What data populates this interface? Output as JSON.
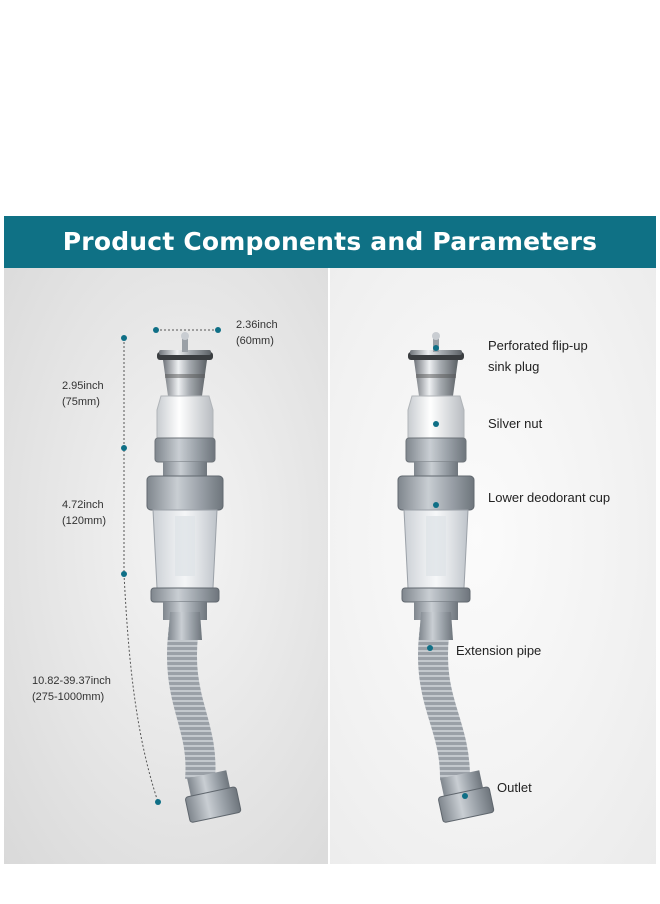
{
  "header": {
    "title": "Product Components and Parameters"
  },
  "colors": {
    "banner": "#0f7185",
    "dot": "#0f6f86"
  },
  "dimensions": {
    "top_width": [
      "2.36inch",
      "(60mm)"
    ],
    "plug_height": [
      "2.95inch",
      "(75mm)"
    ],
    "cup_height": [
      "4.72inch",
      "(120mm)"
    ],
    "pipe_length": [
      "10.82-39.37inch",
      "(275-1000mm)"
    ]
  },
  "components": {
    "plug": [
      "Perforated flip-up",
      "sink plug"
    ],
    "nut": "Silver nut",
    "cup": "Lower deodorant cup",
    "pipe": "Extension pipe",
    "outlet": "Outlet"
  }
}
